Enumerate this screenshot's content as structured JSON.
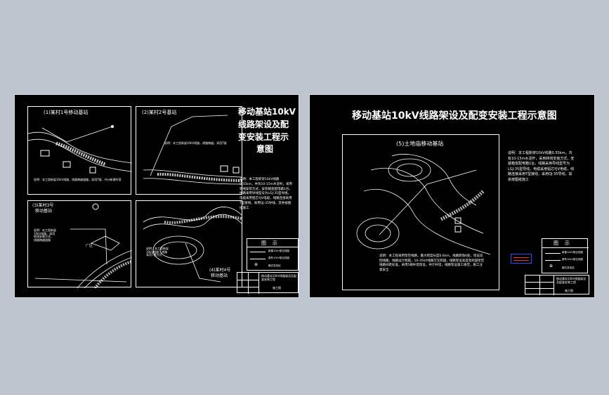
{
  "main_title": "移动基站10kV线路架设及配变安装工程示意图",
  "left_title": "移动基站10kV线路架设及配变安装工程示意图",
  "left_title_lines": [
    "移动基站10kV",
    "线路架设及配",
    "变安装工程示",
    "意图"
  ],
  "panels": {
    "p1": "(1)某村1号移动基站",
    "p2": "(2)某村2号基站",
    "p3a": "(3)某村3号",
    "p3b": "移动基站",
    "p4a": "(4)某村4号",
    "p4b": "移动基站",
    "p5": "(5)土地庙移动基站"
  },
  "notes": {
    "left_desc": "说明：本工程新架10kV线路0.55km，共有10-15m水泥杆，采用转线安装方式，安装箱变配电箱1台，线路采用导线型号为LGJ-35型导线，电缆采用铝芯YJV电缆，线路连接采用T型接线，采用QJ-35导线，其余按图纸施工",
    "right_desc": "说明：本工程新架10kV线路0.55km，共有10-15m水泥杆，采用转线安装方式，安装箱变配电箱1台，线路采用导线型号为LGJ-35型导线，电缆采用铝芯YJV电缆，线路连接采用T型接线，采用QJ-35导线，其余按图纸施工",
    "p5_note": "说明：本工程采用架空线路，最大跨度长度0.6km，线路转角6处，架设双回线路，线路设计跨越，10-35kV线路交叉跨越，线路架设高度及跨越架空线路间距标准，采用5根杆塔架设，共计杆塔，线路架设施工规范，施工注意安全"
  },
  "legend": {
    "title": "图    示",
    "items": [
      "新建10kV架空线路",
      "原有10kV架空线路",
      "箱式变电站"
    ]
  },
  "title_block": {
    "project": "移动基站10kV线路架设及配变安装工程",
    "sub": "施工图"
  },
  "labels": {
    "factory": "厂区",
    "station": "基站"
  }
}
